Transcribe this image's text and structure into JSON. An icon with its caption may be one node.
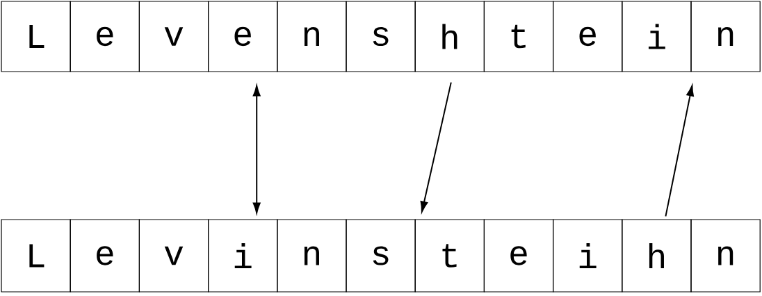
{
  "diagram": {
    "nodes": [
      {
        "text": [
          "L"
        ]
      },
      {
        "text": [
          "e"
        ]
      },
      {
        "text": [
          "v"
        ]
      },
      {
        "text": [
          "e"
        ]
      },
      {
        "text": [
          "n"
        ]
      },
      {
        "text": [
          "s"
        ]
      },
      {
        "text": [
          "h"
        ]
      },
      {
        "text": [
          "t"
        ]
      },
      {
        "text": [
          "e"
        ]
      },
      {
        "text": [
          "i"
        ]
      },
      {
        "text": [
          "n"
        ]
      },
      {
        "text": [
          "L"
        ]
      },
      {
        "text": [
          "e"
        ]
      },
      {
        "text": [
          "v"
        ]
      },
      {
        "text": [
          "i"
        ]
      },
      {
        "text": [
          "n"
        ]
      },
      {
        "text": [
          "s"
        ]
      },
      {
        "text": [
          "t"
        ]
      },
      {
        "text": [
          "e"
        ]
      },
      {
        "text": [
          "i"
        ]
      },
      {
        "text": [
          "h"
        ]
      },
      {
        "text": [
          "n"
        ]
      }
    ],
    "edges": [
      {
        "from": 3,
        "to": 14,
        "arrow": "both"
      },
      {
        "from": 6,
        "to": 17,
        "arrow": "to"
      },
      {
        "from": 20,
        "to": 9,
        "arrow": "to"
      }
    ]
  }
}
